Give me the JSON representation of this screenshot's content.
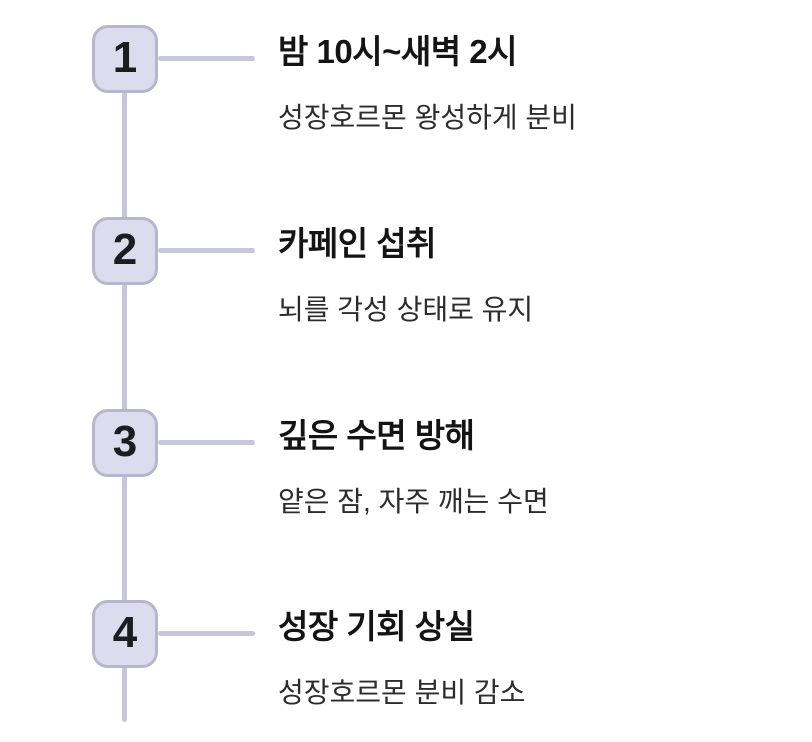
{
  "page": {
    "background_color": "#ffffff",
    "type": "vertical-numbered-timeline"
  },
  "theme": {
    "spine_color": "#c6c5d9",
    "box_fill_color": "#dddcee",
    "box_border_color": "#b7b6cd",
    "number_color": "#1d1d1f",
    "title_color": "#141414",
    "subtitle_color": "#2c2c2c"
  },
  "steps": [
    {
      "number": "1",
      "title": "밤 10시~새벽 2시",
      "subtitle": "성장호르몬 왕성하게 분비"
    },
    {
      "number": "2",
      "title": "카페인 섭취",
      "subtitle": "뇌를 각성 상태로 유지"
    },
    {
      "number": "3",
      "title": "깊은 수면 방해",
      "subtitle": "얕은 잠, 자주 깨는 수면"
    },
    {
      "number": "4",
      "title": "성장 기회 상실",
      "subtitle": "성장호르몬 분비 감소"
    }
  ]
}
